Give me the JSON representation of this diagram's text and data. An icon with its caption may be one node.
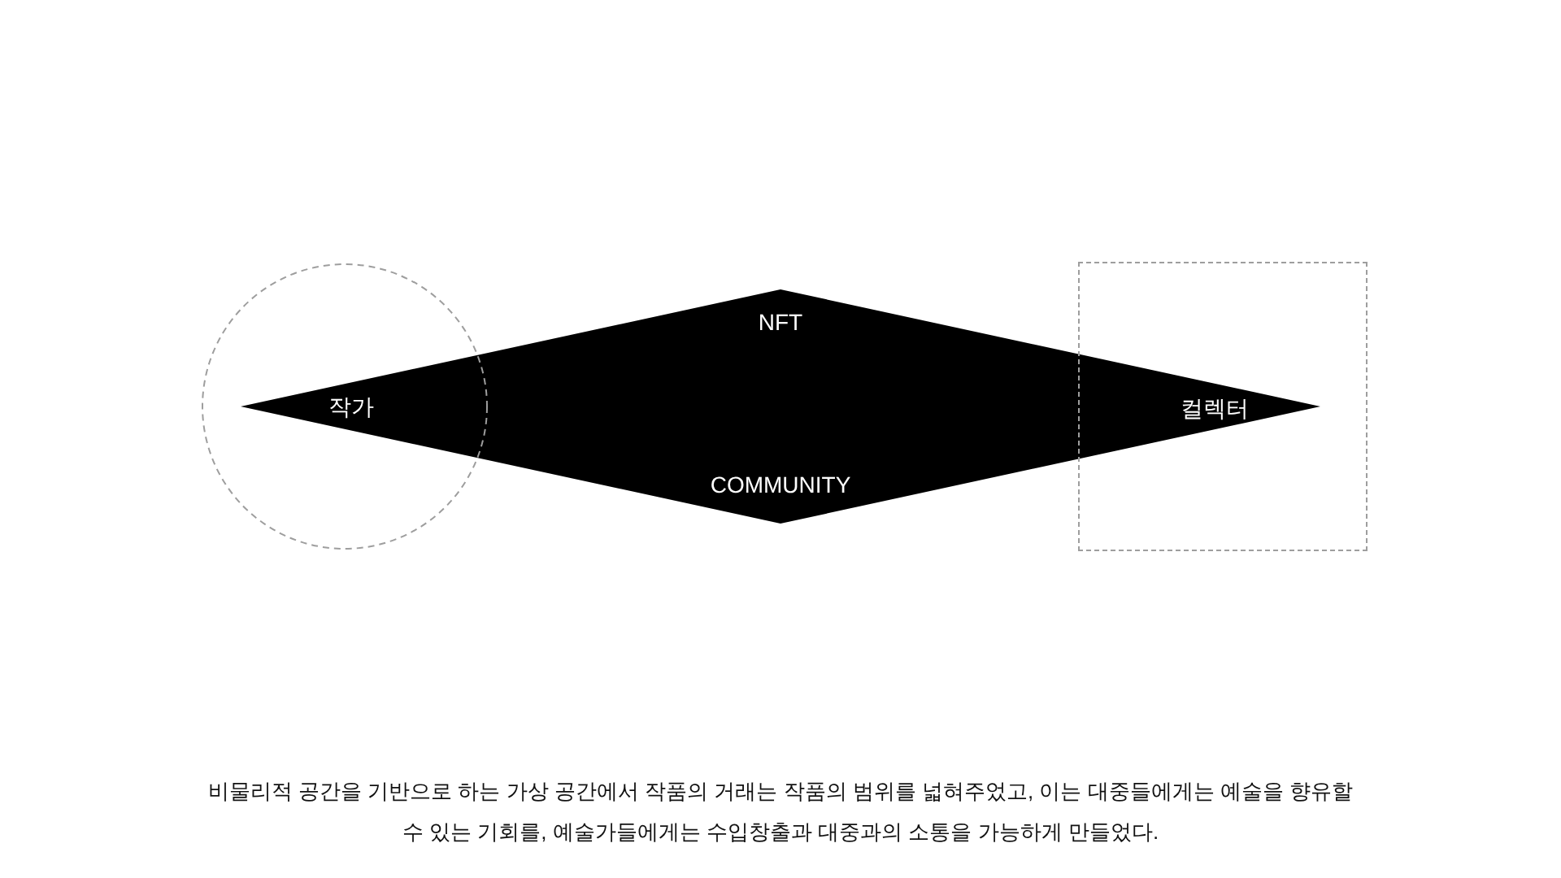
{
  "diagram": {
    "caption": "비물리적 공간을 기반으로 하는 가상 공간에서 작품의 거래는 작품의 범위를 넓혀주었고, 이는 대중들에게는 예술을 향유할 수 있는 기회를, 예술가들에게는 수입창출과 대중과의 소통을 가능하게 만들었다.",
    "nodes": [
      {
        "text": [
          "작가"
        ]
      },
      {
        "text": [
          "NFT",
          "COMMUNITY"
        ]
      },
      {
        "text": [
          "컬렉터"
        ]
      }
    ]
  }
}
